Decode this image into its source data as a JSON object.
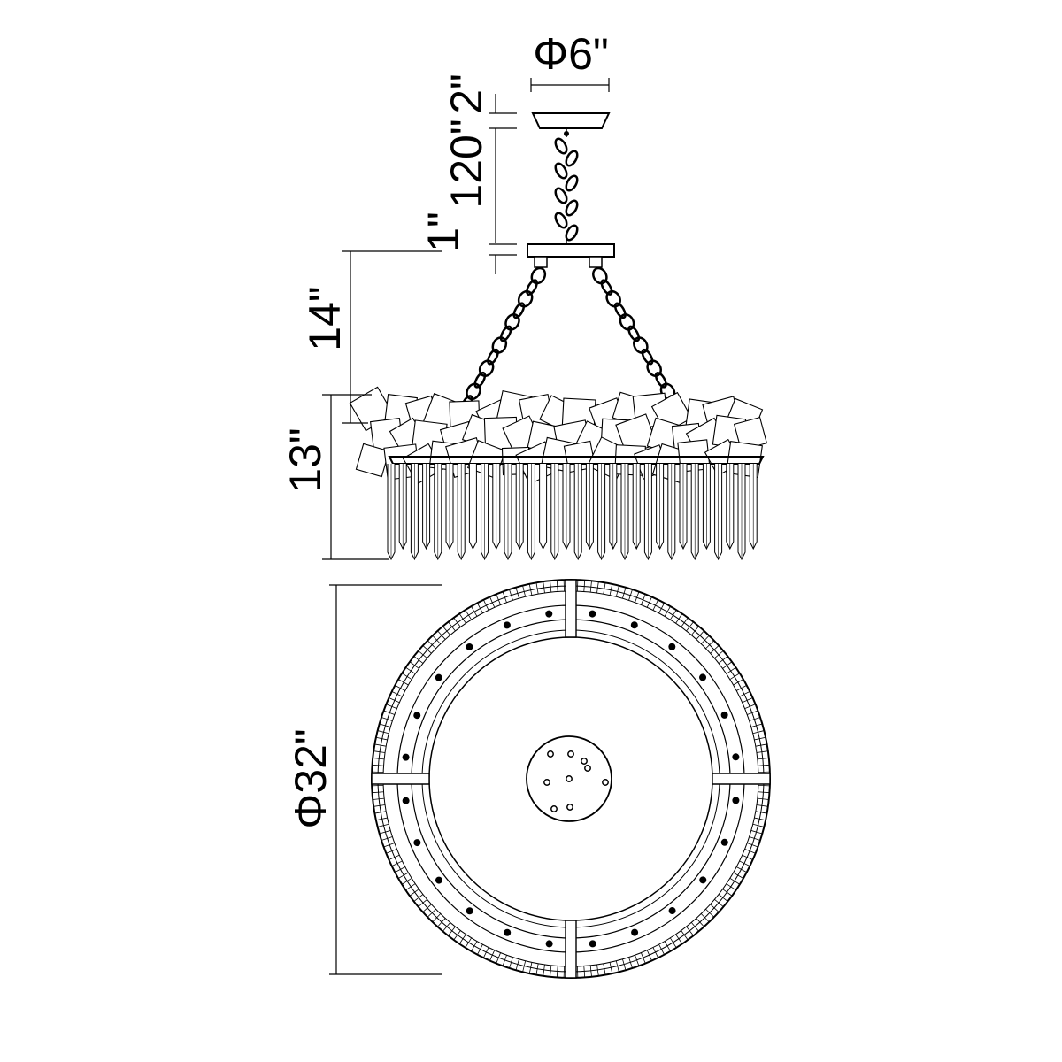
{
  "colors": {
    "stroke": "#000000",
    "background": "#ffffff"
  },
  "dimensions": {
    "canopy_diameter": "Φ6\"",
    "canopy_height": "2\"",
    "chain_length": "120\"",
    "chain_to_bracket": "1\"",
    "arm_height": "14\"",
    "body_height": "13\"",
    "body_diameter": "Φ32\""
  }
}
